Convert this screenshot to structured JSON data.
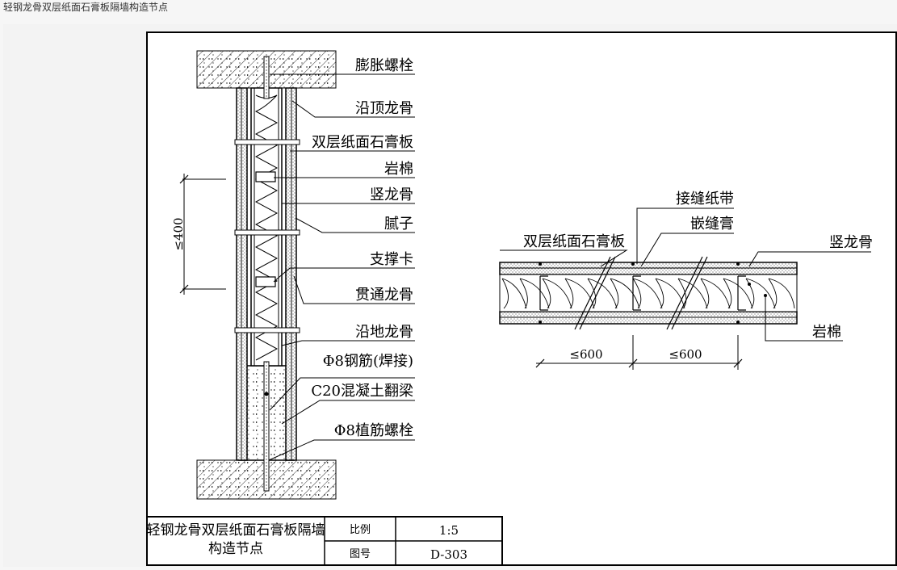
{
  "caption": "轻钢龙骨双层纸面石膏板隔墙构造节点",
  "section_labels": {
    "l1": "膨胀螺栓",
    "l2": "沿顶龙骨",
    "l3": "双层纸面石膏板",
    "l4": "岩棉",
    "l5": "竖龙骨",
    "l6": "腻子",
    "l7": "支撑卡",
    "l8": "贯通龙骨",
    "l9": "沿地龙骨",
    "l10": "Φ8钢筋(焊接)",
    "l11": "C20混凝土翻梁",
    "l12": "Φ8植筋螺栓"
  },
  "section_dim": "≤400",
  "plan_labels": {
    "tape": "接缝纸带",
    "putty": "嵌缝膏",
    "board": "双层纸面石膏板",
    "stud": "竖龙骨",
    "wool": "岩棉"
  },
  "plan_dims": {
    "d1": "≤600",
    "d2": "≤600"
  },
  "title_block": {
    "title_line1": "轻钢龙骨双层纸面石膏板隔墙",
    "title_line2": "构造节点",
    "scale_label": "比例",
    "scale_value": "1:5",
    "drawing_no_label": "图号",
    "drawing_no_value": "D-303"
  }
}
